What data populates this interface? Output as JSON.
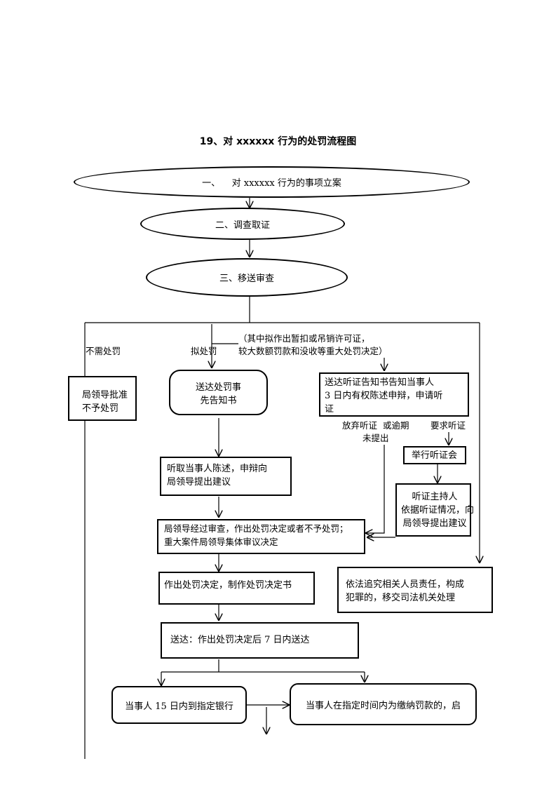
{
  "title": "19、对 xxxxxx 行为的处罚流程图",
  "nodes": {
    "step1": "一、    对 xxxxxx 行为的事项立案",
    "step2": "二、调查取证",
    "step3": "三、移送审查",
    "no_penalty": "局领导批准\n不予处罚",
    "notify": "送达处罚事\n先告知书",
    "hearing_notice": "送达听证告知书告知当事人\n3 日内有权陈述申辩，申请听\n证",
    "listen": "听取当事人陈述，申辩向\n局领导提出建议",
    "hold_hearing": "举行听证会",
    "host": "听证主持人\n依据听证情况，向\n局领导提出建议",
    "decide": "局领导经过审查，作出处罚决定或者不予处罚；\n重大案件局领导集体审议决定",
    "decision_doc": "作出处罚决定，制作处罚决定书",
    "criminal": "依法追究相关人员责任，构成\n犯罪的，移交司法机关处理",
    "deliver": "送达：作出处罚决定后 7 日内送达",
    "bank": "当事人 15 日内到指定银行",
    "overdue": "当事人在指定时间内为缴纳罚款的，启"
  },
  "labels": {
    "no_need": "不需处罚",
    "propose": "拟处罚",
    "note": "（其中拟作出暂扣或吊销许可证，\n较大数额罚款和没收等重大处罚决定）",
    "waive": "放弃听证  或逾期\n未提出",
    "request": "要求听证"
  }
}
